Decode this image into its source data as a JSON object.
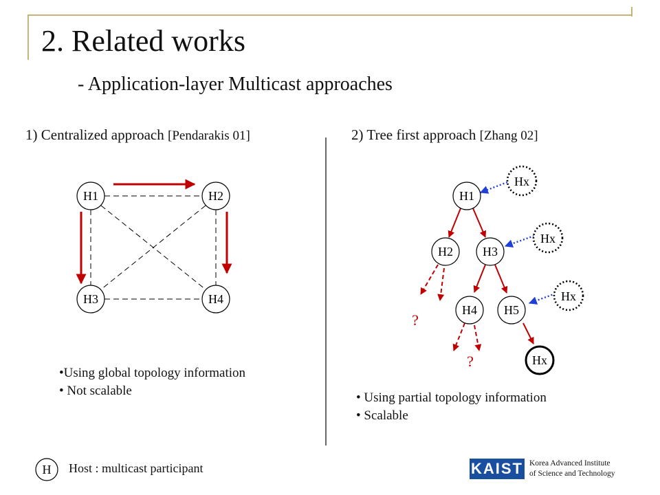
{
  "title": {
    "number": "2.",
    "main": "Related works",
    "sub": "- Application-layer Multicast approaches"
  },
  "left": {
    "heading": "1) Centralized approach",
    "citation": "[Pendarakis 01]",
    "nodes": [
      "H1",
      "H2",
      "H3",
      "H4"
    ],
    "bullets": [
      "•Using global topology information",
      "• Not scalable"
    ]
  },
  "right": {
    "heading": "2) Tree first approach",
    "citation": "[Zhang 02]",
    "nodes": [
      "H1",
      "H2",
      "H3",
      "H4",
      "H5"
    ],
    "newcomer_label": "Hx",
    "unknown_mark": "?",
    "bullets": [
      "• Using partial topology information",
      "• Scalable"
    ]
  },
  "legend": {
    "symbol": "H",
    "text": "Host : multicast participant"
  },
  "footer": {
    "logo": "KAIST",
    "institute_line1": "Korea Advanced Institute",
    "institute_line2": "of Science and Technology"
  },
  "colors": {
    "accent": "#c6b37a",
    "arrow_red": "#c00000",
    "arrow_blue": "#1f3fd6",
    "logo_blue": "#1a4fa0"
  }
}
